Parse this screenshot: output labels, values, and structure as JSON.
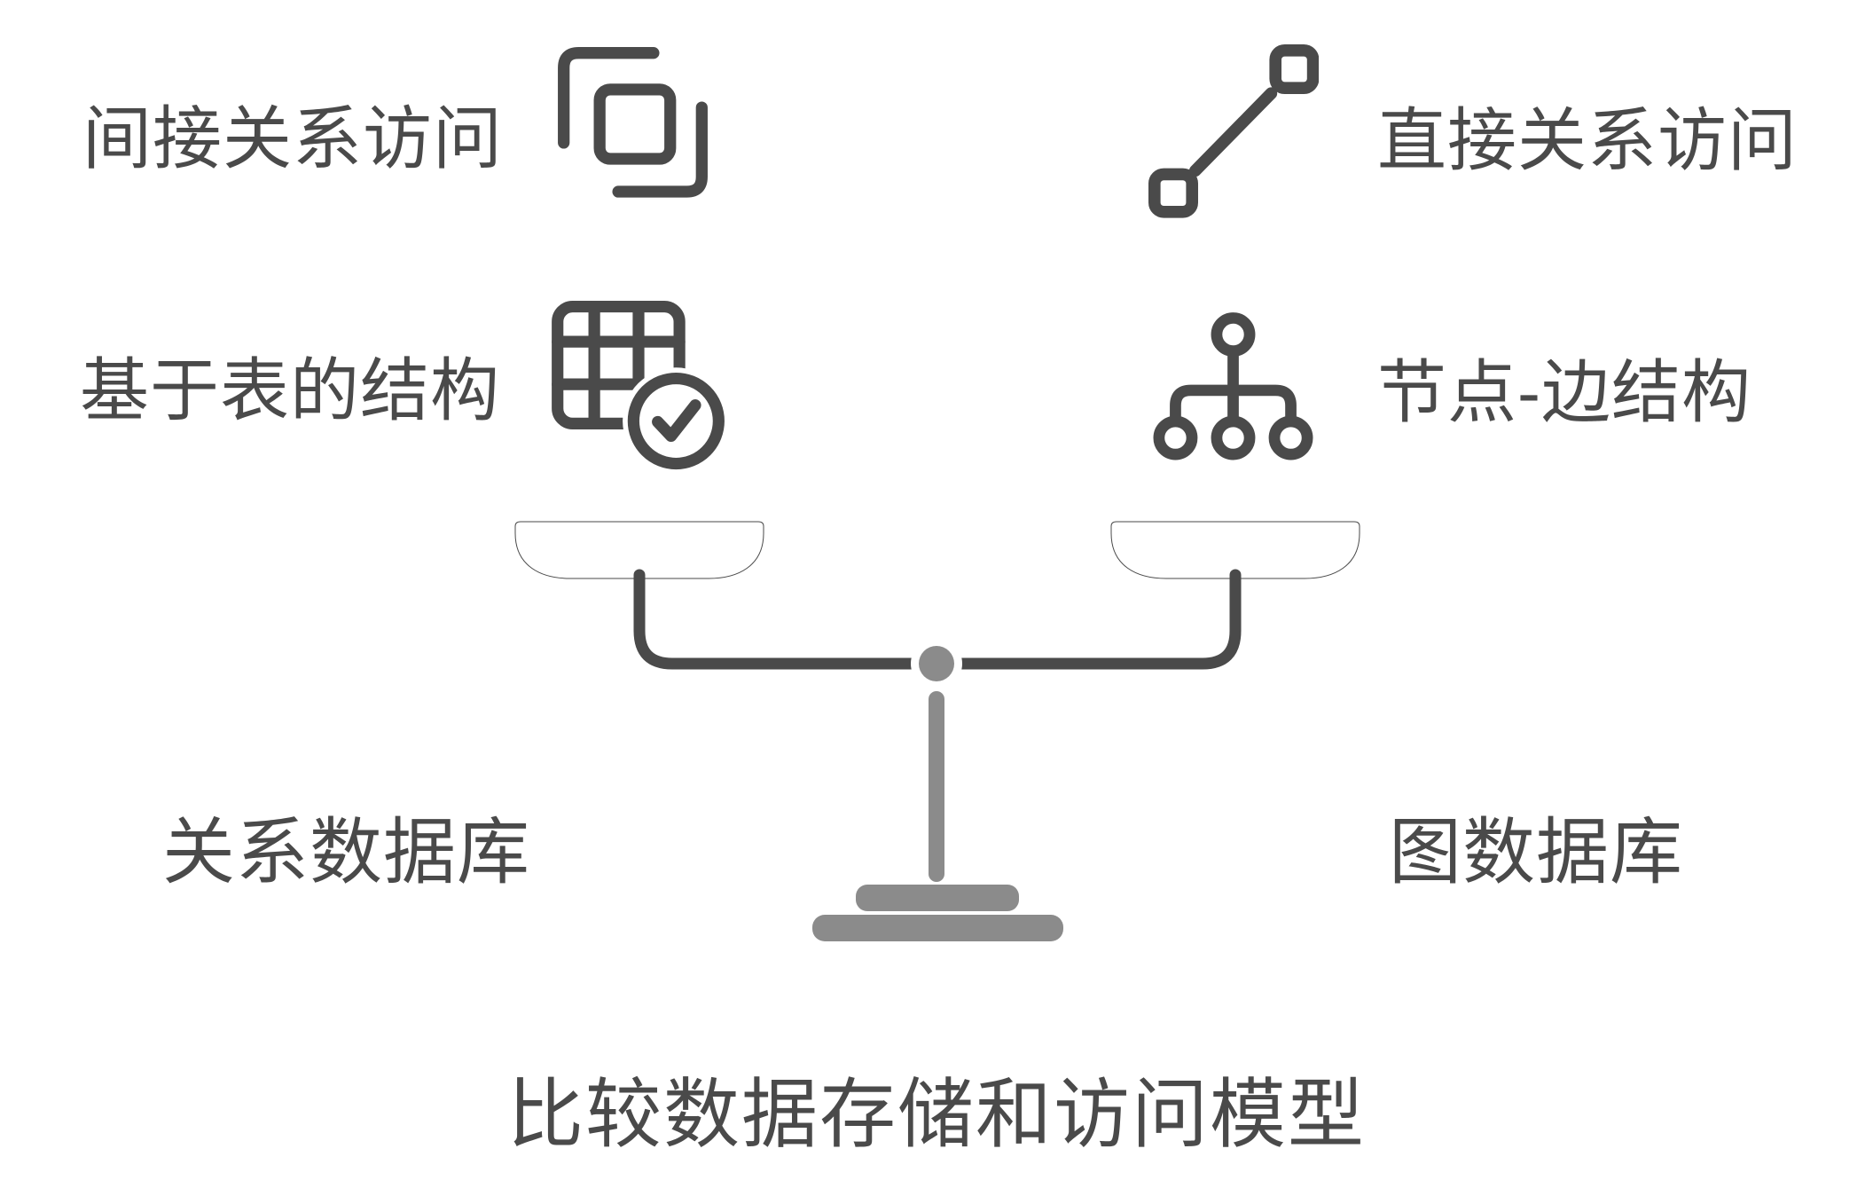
{
  "title": "比较数据存储和访问模型",
  "colors": {
    "ink": "#4A4A4A",
    "frame_gray": "#8B8B8B",
    "left_pan_blue": "#4781E1",
    "right_pan_green": "#3DC283",
    "background": "#FFFFFF"
  },
  "left_side": {
    "access_label": "间接关系访问",
    "structure_label": "基于表的结构",
    "database_label": "关系数据库",
    "access_icon": "overlapping-squares-icon",
    "structure_icon": "table-check-icon",
    "pan_color": "#4781E1"
  },
  "right_side": {
    "access_label": "直接关系访问",
    "structure_label": "节点-边结构",
    "database_label": "图数据库",
    "access_icon": "node-edge-connection-icon",
    "structure_icon": "tree-hierarchy-icon",
    "pan_color": "#3DC283"
  },
  "scale": {
    "kind": "balance-scale"
  }
}
